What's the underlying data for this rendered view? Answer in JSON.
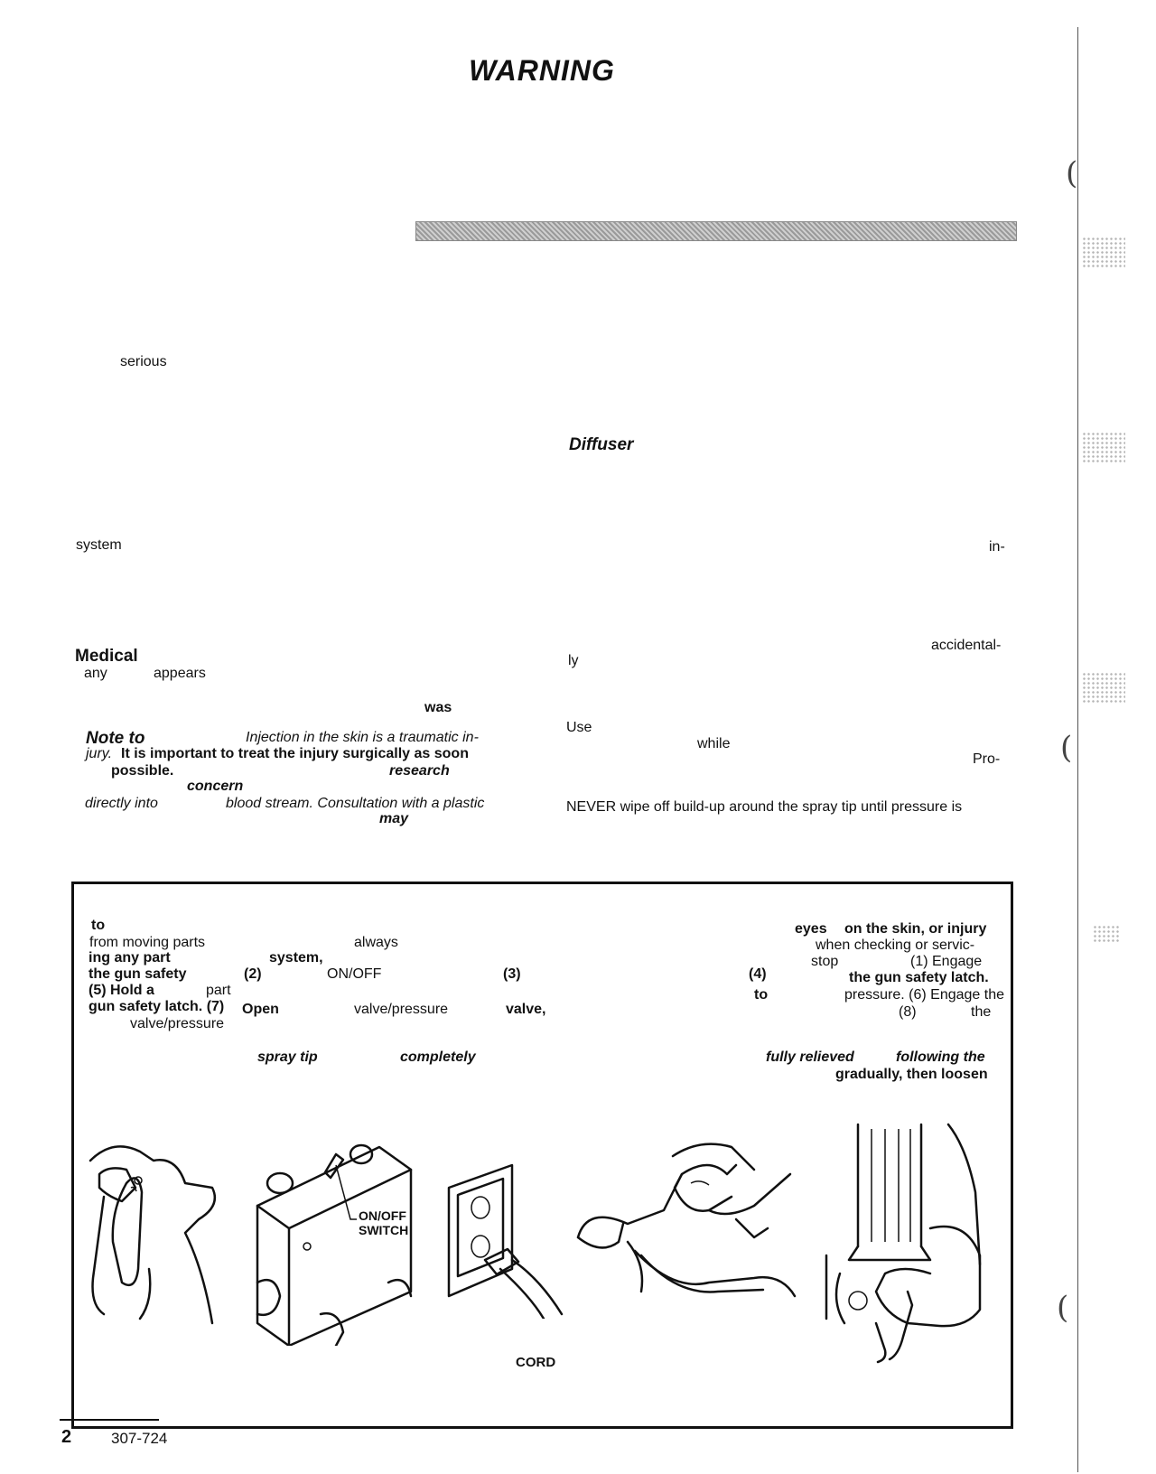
{
  "page": {
    "title": "WARNING",
    "page_number": "2",
    "doc_number": "307-724"
  },
  "left_col": {
    "serious": "serious",
    "system": "system",
    "medical": "Medical",
    "any": "any",
    "appears": "appears",
    "was": "was",
    "note_to": "Note to",
    "injection_line": "Injection in the skin is a traumatic in-",
    "jury": "jury.",
    "important_line": "It is important to treat the injury surgically as soon",
    "possible": "possible.",
    "research": "research",
    "concern": "concern",
    "directly_into": "directly into",
    "blood_stream": "blood stream. Consultation with a plastic",
    "may": "may"
  },
  "right_col": {
    "diffuser": "Diffuser",
    "in": "in-",
    "accidental": "accidental-",
    "ly": "ly",
    "use": "Use",
    "while": "while",
    "pro": "Pro-",
    "never_line": "NEVER wipe off build-up around the spray tip until pressure is"
  },
  "box": {
    "to": "to",
    "from_moving": "from moving parts",
    "always": "always",
    "eyes": "eyes",
    "on_skin": "on the skin, or injury",
    "when_checking": "when checking or servic-",
    "ing_any_part": "ing any part",
    "system": "system,",
    "stop": "stop",
    "engage_1": "(1) Engage",
    "gun_safety": "the gun safety",
    "n2": "(2)",
    "on_off": "ON/OFF",
    "n3": "(3)",
    "n4": "(4)",
    "gun_safety_latch": "the gun safety latch.",
    "hold": "(5) Hold a",
    "part": "part",
    "pressure6": "pressure. (6) Engage the",
    "gun_latch": "gun safety latch. (7)",
    "open": "Open",
    "valve_pressure1": "valve/pressure",
    "valve": "valve,",
    "n8": "(8)",
    "the": "the",
    "valve_pressure2": "valve/pressure",
    "spray_tip": "spray tip",
    "completely": "completely",
    "fully_relieved": "fully relieved",
    "following_the": "following the",
    "gradually": "gradually, then loosen",
    "onoff_label_1": "ON/OFF",
    "onoff_label_2": "SWITCH",
    "cord": "CORD"
  }
}
